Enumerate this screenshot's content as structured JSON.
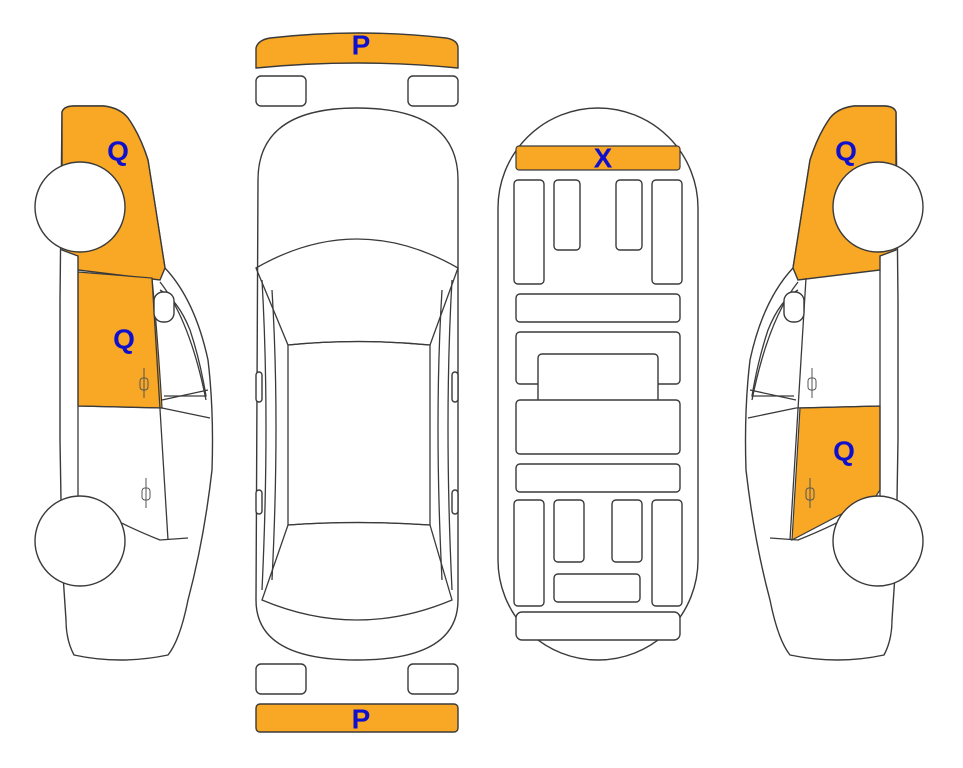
{
  "colors": {
    "damage_fill": "#F8A825",
    "label_color": "#1010CC",
    "outline": "#3a3a3a"
  },
  "views": {
    "left_side": {
      "marks": {
        "front_fender": "Q",
        "front_door": "Q"
      }
    },
    "top": {
      "marks": {
        "front_bumper": "P",
        "rear_bumper": "P"
      }
    },
    "interior": {
      "marks": {
        "dashboard": "X"
      }
    },
    "right_side": {
      "marks": {
        "front_fender": "Q",
        "rear_door": "Q"
      }
    }
  }
}
